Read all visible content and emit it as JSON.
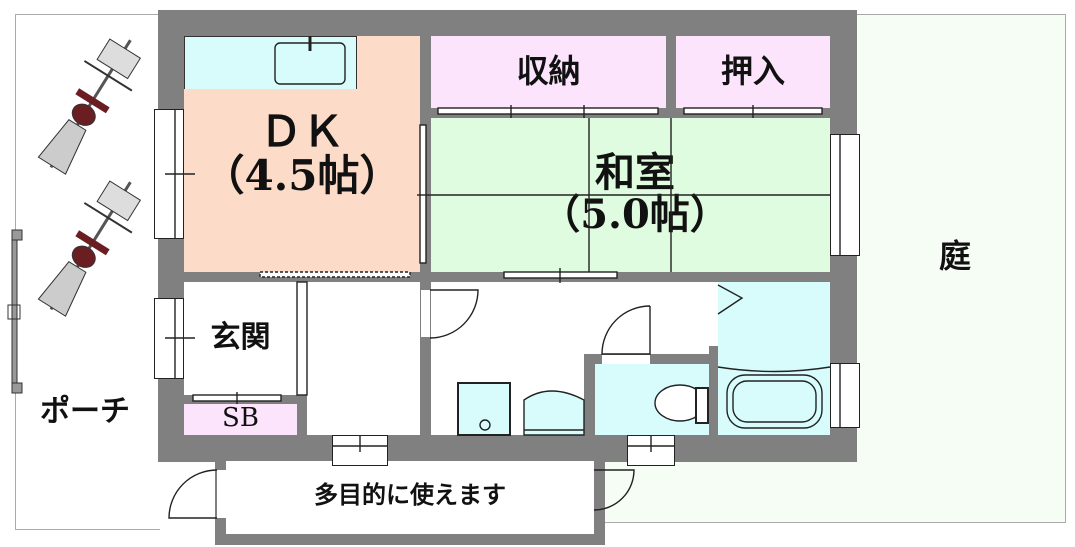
{
  "floorplan": {
    "colors": {
      "wall": "#808080",
      "dk": "#fcdcc8",
      "washitsu": "#e0fce0",
      "storage": "#fce4fc",
      "water": "#d8fcfc",
      "garden": "#f6fdf4",
      "bike_saddle": "#6b1e22"
    },
    "rooms": {
      "dk": {
        "name": "ＤＫ",
        "size": "（4.5帖）"
      },
      "washitsu": {
        "name": "和室",
        "size": "（5.0帖）"
      },
      "shuno": {
        "name": "収納"
      },
      "oshiire": {
        "name": "押入"
      },
      "genkan": {
        "name": "玄関"
      },
      "shoebox": {
        "name": "SB"
      },
      "annex": {
        "name": "多目的に使えます"
      },
      "porch": {
        "name": "ポーチ"
      },
      "garden": {
        "name": "庭"
      }
    },
    "fixtures": [
      "kitchen-sink",
      "washing-machine-pan",
      "washbasin",
      "toilet",
      "bathtub",
      "bicycle",
      "bicycle",
      "gate"
    ]
  }
}
